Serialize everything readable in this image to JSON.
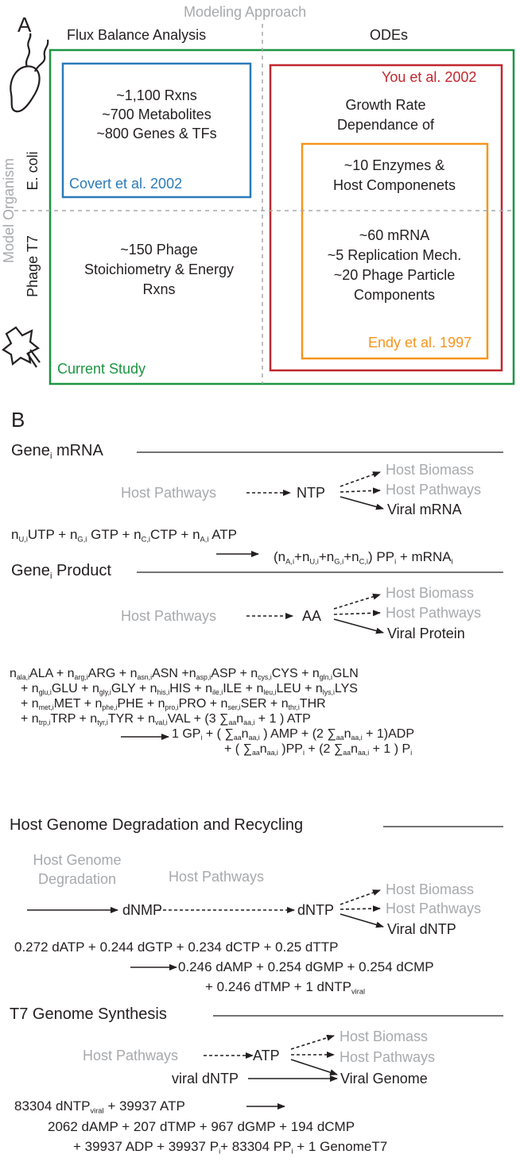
{
  "panel_a": {
    "label": "A",
    "modeling_approach": "Modeling Approach",
    "col_fba": "Flux Balance Analysis",
    "col_odes": "ODEs",
    "model_organism": "Model Organism",
    "row_ecoli": "E. coli",
    "row_phage": "Phage T7",
    "fba_ecoli": [
      "~1,100 Rxns",
      "~700 Metabolites",
      "~800 Genes & TFs"
    ],
    "covert": "Covert et al. 2002",
    "you": "You et al. 2002",
    "growth_rate": [
      "Growth Rate",
      "Dependance of"
    ],
    "enzymes": [
      "~10 Enzymes &",
      "Host Componenets"
    ],
    "fba_phage": [
      "~150 Phage",
      "Stoichiometry & Energy",
      "Rxns"
    ],
    "odes_phage": [
      "~60 mRNA",
      "~5 Replication Mech.",
      "~20 Phage Particle",
      "Components"
    ],
    "endy": "Endy et al. 1997",
    "current_study": "Current Study",
    "colors": {
      "covert": "#2b7bb9",
      "you": "#c1272d",
      "endy": "#f7941d",
      "current": "#1a9641"
    }
  },
  "panel_b": {
    "label": "B",
    "mrna": {
      "title_a": "Gene",
      "title_sub": "i",
      "title_b": " mRNA",
      "host_biomass": "Host Biomass",
      "host_pathways_out": "Host Pathways",
      "host_pathways_in": "Host Pathways",
      "center": "NTP",
      "viral": "Viral mRNA"
    },
    "product": {
      "title_a": "Gene",
      "title_sub": "i",
      "title_b": " Product",
      "host_biomass": "Host Biomass",
      "host_pathways_out": "Host Pathways",
      "host_pathways_in": "Host Pathways",
      "center": "AA",
      "viral": "Viral Protein"
    },
    "degradation": {
      "title": "Host Genome Degradation and Recycling",
      "source": [
        "Host Genome",
        "Degradation"
      ],
      "host_pathways_mid": "Host Pathways",
      "dnmp": "dNMP",
      "dntp": "dNTP",
      "host_biomass": "Host Biomass",
      "host_pathways_out": "Host Pathways",
      "viral": "Viral dNTP",
      "eq_line1": "0.272  dATP + 0.244 dGTP + 0.234 dCTP + 0.25 dTTP",
      "eq_line2": "0.246 dAMP + 0.254 dGMP + 0.254 dCMP",
      "eq_line3a": "+  0.246 dTMP + 1 dNTP",
      "eq_line3sub": "viral"
    },
    "synthesis": {
      "title": "T7 Genome Synthesis",
      "host_pathways_in": "Host Pathways",
      "center": "ATP",
      "viral_dntp": "viral dNTP",
      "host_biomass": "Host Biomass",
      "host_pathways_out": "Host Pathways",
      "viral": "Viral Genome",
      "eq_line2": "2062  dAMP + 207 dTMP + 967 dGMP + 194 dCMP"
    }
  }
}
